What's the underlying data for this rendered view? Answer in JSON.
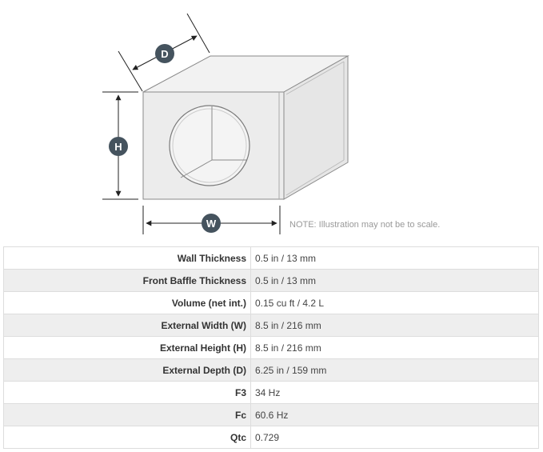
{
  "diagram": {
    "dimension_labels": {
      "depth": "D",
      "height": "H",
      "width": "W"
    },
    "note": "NOTE: Illustration may not be to scale.",
    "colors": {
      "badge": "#45535e",
      "box_fill": "#ececec",
      "box_stroke": "#888888",
      "arrow": "#222222"
    }
  },
  "specs": {
    "rows": [
      {
        "label": "Wall Thickness",
        "value": "0.5 in / 13 mm"
      },
      {
        "label": "Front Baffle Thickness",
        "value": "0.5 in / 13 mm"
      },
      {
        "label": "Volume (net int.)",
        "value": "0.15 cu ft / 4.2 L"
      },
      {
        "label": "External Width (W)",
        "value": "8.5 in / 216 mm"
      },
      {
        "label": "External Height (H)",
        "value": "8.5 in / 216 mm"
      },
      {
        "label": "External Depth (D)",
        "value": "6.25 in / 159 mm"
      },
      {
        "label": "F3",
        "value": "34 Hz"
      },
      {
        "label": "Fc",
        "value": "60.6 Hz"
      },
      {
        "label": "Qtc",
        "value": "0.729"
      }
    ],
    "colors": {
      "row_alt": "#eeeeee",
      "border": "#dddddd"
    }
  }
}
